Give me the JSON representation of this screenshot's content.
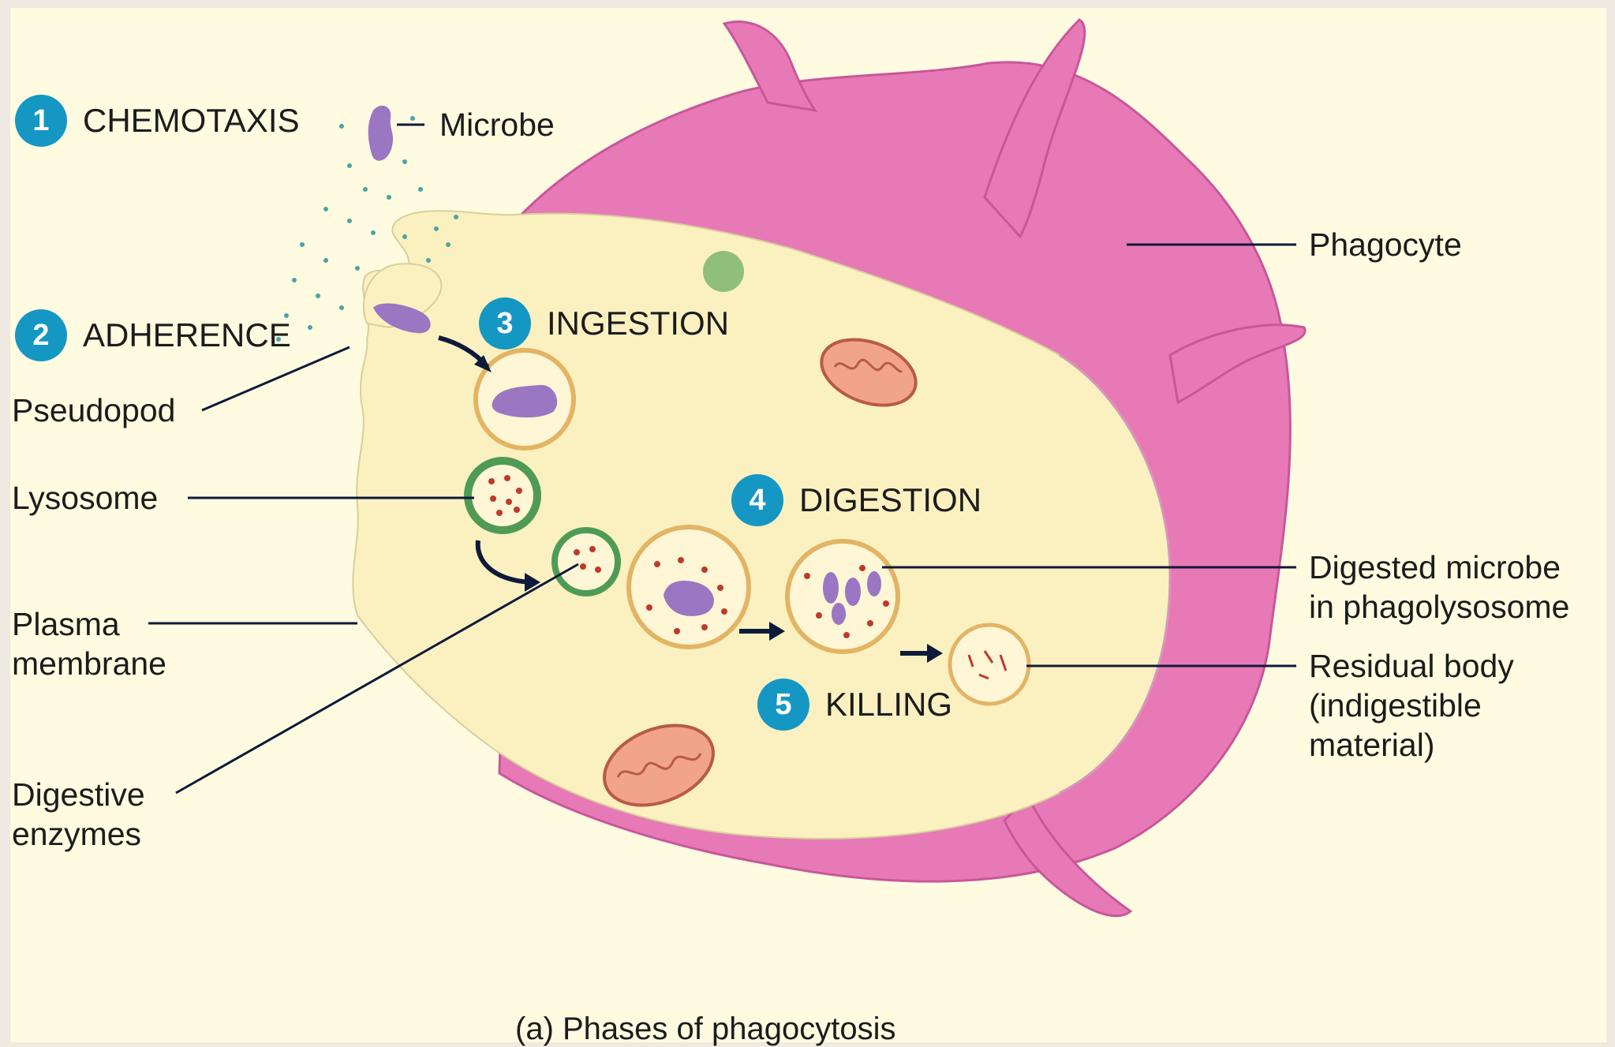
{
  "colors": {
    "phagocyte": "#e879b7",
    "cytoplasm": "#fbf1c0",
    "badge": "#1597c4",
    "microbe": "#9b76c2",
    "enzyme": "#c0392b",
    "lysosome": "#4f9b55"
  },
  "steps": [
    {
      "number": "1",
      "label": "CHEMOTAXIS"
    },
    {
      "number": "2",
      "label": "ADHERENCE"
    },
    {
      "number": "3",
      "label": "INGESTION"
    },
    {
      "number": "4",
      "label": "DIGESTION"
    },
    {
      "number": "5",
      "label": "KILLING"
    }
  ],
  "labels": {
    "microbe": "Microbe",
    "phagocyte": "Phagocyte",
    "pseudopod": "Pseudopod",
    "lysosome": "Lysosome",
    "plasma_membrane": [
      "Plasma",
      "membrane"
    ],
    "digestive_enzymes": [
      "Digestive",
      "enzymes"
    ],
    "digested_microbe": [
      "Digested microbe",
      "in phagolysosome"
    ],
    "residual_body": [
      "Residual body",
      "(indigestible",
      "material)"
    ]
  },
  "caption": "(a) Phases of phagocytosis"
}
